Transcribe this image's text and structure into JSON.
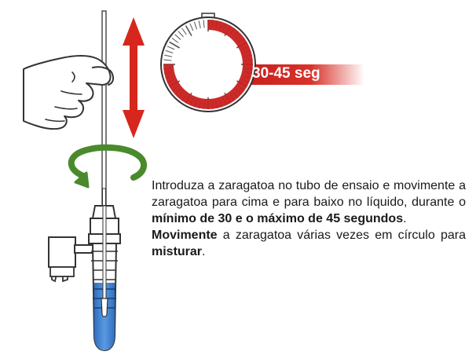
{
  "timer": {
    "label": "30-45 seg",
    "range_start_seconds": 30,
    "range_end_seconds": 45,
    "accent_color": "#c8201e"
  },
  "instructions": {
    "p1_text": "Introduza a zaragatoa no tubo de ensaio e movimente a zaragatoa para cima e para baixo no líquido, durante o ",
    "p1_bold": "mínimo de 30 e o máximo de 45 segundos",
    "p1_end": ".",
    "p2_bold1": "Movimente",
    "p2_text": " a zaragatoa várias vezes em círculo para ",
    "p2_bold2": "misturar",
    "p2_end": "."
  },
  "colors": {
    "arrow_red": "#d7261e",
    "rotate_green": "#4a8a2c",
    "liquid_blue": "#3a7fcf"
  },
  "icons": [
    "hand-icon",
    "swab-icon",
    "up-down-arrow-icon",
    "rotate-arrow-icon",
    "stopwatch-icon",
    "test-tube-icon"
  ]
}
